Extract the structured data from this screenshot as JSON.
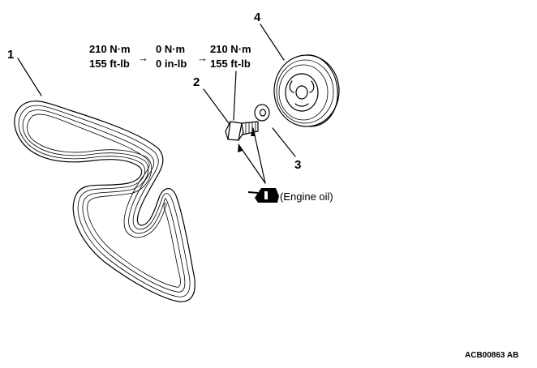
{
  "callouts": {
    "belt": "1",
    "bolt": "2",
    "washer": "3",
    "pulley": "4"
  },
  "torque": {
    "step1": {
      "metric": "210 N·m",
      "imperial": "155 ft-lb"
    },
    "step2": {
      "metric": "0 N·m",
      "imperial": "0 in-lb"
    },
    "step3": {
      "metric": "210 N·m",
      "imperial": "155 ft-lb"
    },
    "arrow": "→"
  },
  "lubricant_label": "(Engine oil)",
  "figure_code": "ACB00863 AB"
}
